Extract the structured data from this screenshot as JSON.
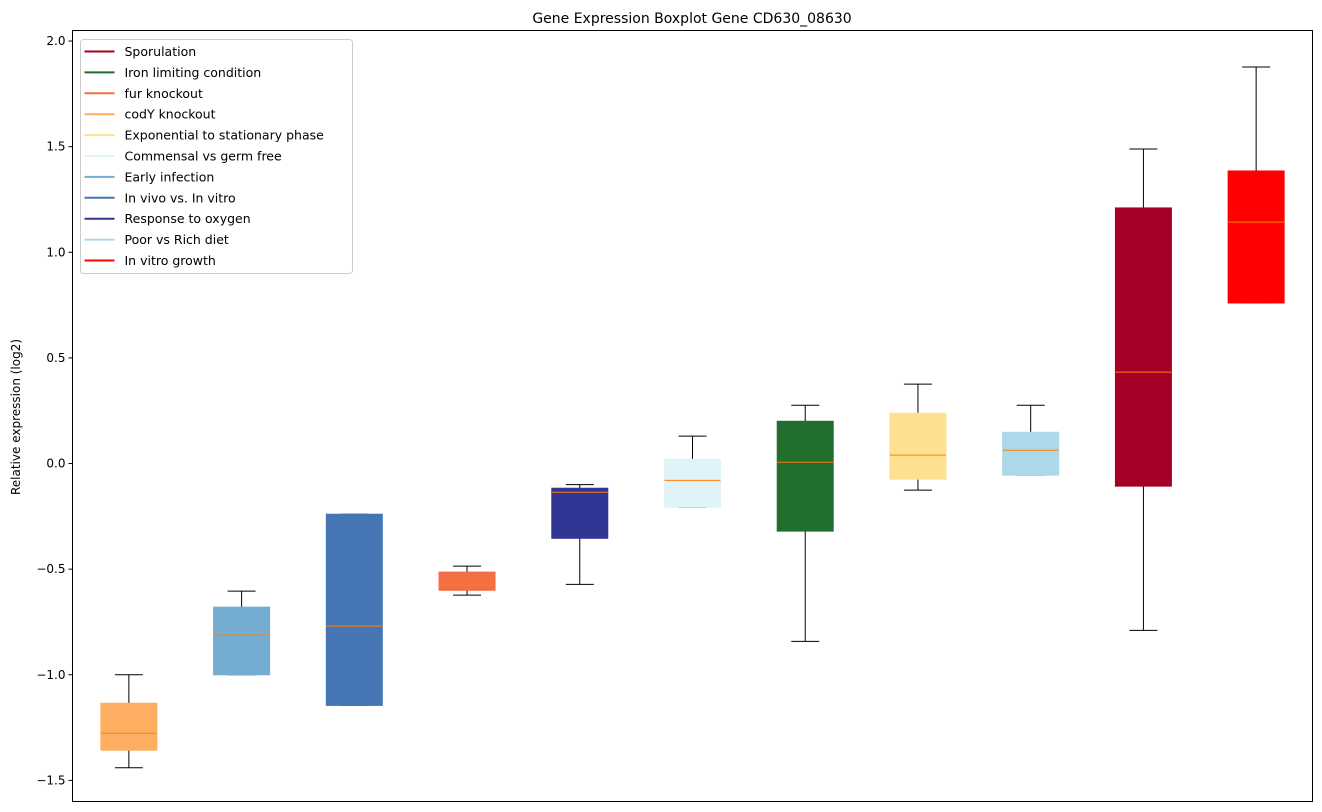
{
  "chart_data": {
    "type": "boxplot",
    "title": "Gene Expression Boxplot Gene CD630_08630",
    "xlabel": "",
    "ylabel": "Relative expression (log2)",
    "ylim": [
      -1.6,
      2.05
    ],
    "yticks": [
      -1.5,
      -1.0,
      -0.5,
      0.0,
      0.5,
      1.0,
      1.5,
      2.0
    ],
    "ytick_labels": [
      "−1.5",
      "−1.0",
      "−0.5",
      "0.0",
      "0.5",
      "1.0",
      "1.5",
      "2.0"
    ],
    "grid": false,
    "legend_position": "top-left",
    "median_color": "#ff7f0e",
    "legend": [
      {
        "label": "Sporulation",
        "color": "#a50026"
      },
      {
        "label": "Iron limiting condition",
        "color": "#216e2e"
      },
      {
        "label": "fur knockout",
        "color": "#f46d43"
      },
      {
        "label": "codY knockout",
        "color": "#fdae61"
      },
      {
        "label": "Exponential to stationary phase",
        "color": "#fee090"
      },
      {
        "label": "Commensal vs germ free",
        "color": "#e0f3f8"
      },
      {
        "label": "Early infection",
        "color": "#74add1"
      },
      {
        "label": "In vivo vs. In vitro",
        "color": "#4575b4"
      },
      {
        "label": "Response to oxygen",
        "color": "#313695"
      },
      {
        "label": "Poor vs Rich diet",
        "color": "#abd9e9"
      },
      {
        "label": "In vitro growth",
        "color": "#ff0000"
      }
    ],
    "series": [
      {
        "name": "codY knockout",
        "color": "#fdae61",
        "whislo": -1.44,
        "q1": -1.357,
        "median": -1.277,
        "q3": -1.135,
        "whishi": -1.0
      },
      {
        "name": "Early infection",
        "color": "#74add1",
        "whislo": -1.0,
        "q1": -1.0,
        "median": -0.812,
        "q3": -0.68,
        "whishi": -0.604
      },
      {
        "name": "In vivo vs. In vitro",
        "color": "#4575b4",
        "whislo": -1.145,
        "q1": -1.145,
        "median": -0.77,
        "q3": -0.24,
        "whishi": -0.24
      },
      {
        "name": "fur knockout",
        "color": "#f46d43",
        "whislo": -0.623,
        "q1": -0.6,
        "median": -0.576,
        "q3": -0.514,
        "whishi": -0.486
      },
      {
        "name": "Response to oxygen",
        "color": "#313695",
        "whislo": -0.572,
        "q1": -0.354,
        "median": -0.136,
        "q3": -0.117,
        "whishi": -0.1
      },
      {
        "name": "Commensal vs germ free",
        "color": "#e0f3f8",
        "whislo": -0.207,
        "q1": -0.207,
        "median": -0.08,
        "q3": 0.02,
        "whishi": 0.13
      },
      {
        "name": "Iron limiting condition",
        "color": "#216e2e",
        "whislo": -0.842,
        "q1": -0.32,
        "median": 0.006,
        "q3": 0.2,
        "whishi": 0.276
      },
      {
        "name": "Exponential to stationary phase",
        "color": "#fee090",
        "whislo": -0.126,
        "q1": -0.074,
        "median": 0.04,
        "q3": 0.238,
        "whishi": 0.376
      },
      {
        "name": "Poor vs Rich diet",
        "color": "#abd9e9",
        "whislo": -0.055,
        "q1": -0.055,
        "median": 0.063,
        "q3": 0.148,
        "whishi": 0.276
      },
      {
        "name": "Sporulation",
        "color": "#a50026",
        "whislo": -0.79,
        "q1": -0.107,
        "median": 0.433,
        "q3": 1.21,
        "whishi": 1.489
      },
      {
        "name": "In vitro growth",
        "color": "#ff0000",
        "whislo": 0.76,
        "q1": 0.76,
        "median": 1.143,
        "q3": 1.385,
        "whishi": 1.877
      }
    ]
  }
}
